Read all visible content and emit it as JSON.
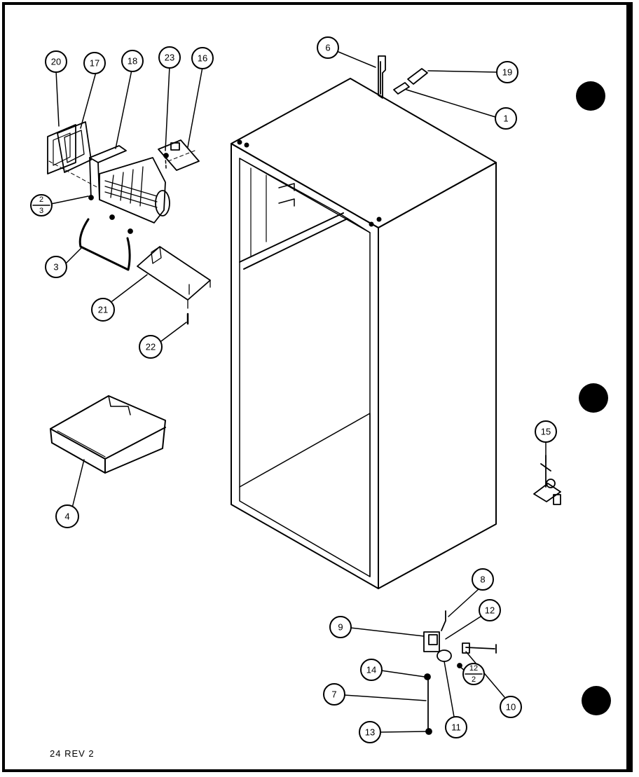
{
  "figure": {
    "footer_code": "24 REV 2"
  },
  "callouts": [
    {
      "id": "c20",
      "label": "20"
    },
    {
      "id": "c17",
      "label": "17"
    },
    {
      "id": "c18",
      "label": "18"
    },
    {
      "id": "c23",
      "label": "23"
    },
    {
      "id": "c16",
      "label": "16"
    },
    {
      "id": "c2",
      "label": "2",
      "sub": "3"
    },
    {
      "id": "c3",
      "label": "3"
    },
    {
      "id": "c21",
      "label": "21"
    },
    {
      "id": "c22",
      "label": "22"
    },
    {
      "id": "c4",
      "label": "4"
    },
    {
      "id": "c6",
      "label": "6"
    },
    {
      "id": "c19",
      "label": "19"
    },
    {
      "id": "c1",
      "label": "1"
    },
    {
      "id": "c15",
      "label": "15"
    },
    {
      "id": "c8",
      "label": "8"
    },
    {
      "id": "c9",
      "label": "9"
    },
    {
      "id": "c12",
      "label": "12"
    },
    {
      "id": "c14",
      "label": "14"
    },
    {
      "id": "c7",
      "label": "7"
    },
    {
      "id": "c13",
      "label": "13"
    },
    {
      "id": "c11",
      "label": "11"
    },
    {
      "id": "c12b",
      "label": "12",
      "sub": "2"
    },
    {
      "id": "c10",
      "label": "10"
    }
  ],
  "colors": {
    "ink": "#000000",
    "paper": "#ffffff"
  }
}
